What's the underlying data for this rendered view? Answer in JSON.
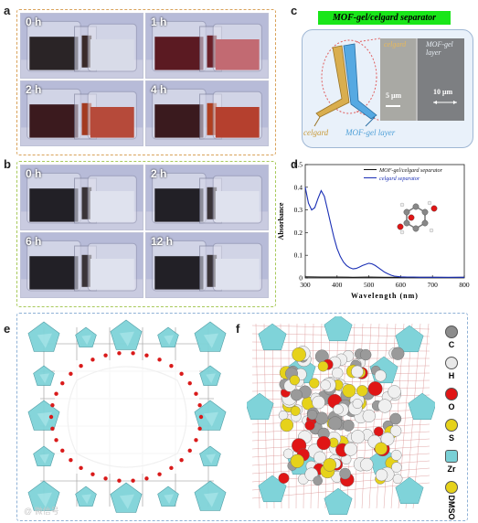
{
  "panels": {
    "a": {
      "letter": "a",
      "photos": [
        "0 h",
        "1 h",
        "2 h",
        "4 h"
      ]
    },
    "b": {
      "letter": "b",
      "photos": [
        "0 h",
        "2 h",
        "6 h",
        "12 h"
      ]
    },
    "c": {
      "letter": "c",
      "title": "MOF-gel/celgard separator",
      "labels": {
        "celgard_left": "celgard",
        "mofgel_left": "MOF-gel layer",
        "celgard_sem": "celgard",
        "mofgel_sem": "MOF-gel layer",
        "scale_5": "5 μm",
        "scale_10": "10 μm"
      }
    },
    "d": {
      "letter": "d"
    },
    "e": {
      "letter": "e"
    },
    "f": {
      "letter": "f",
      "legend": [
        {
          "label": "C",
          "color": "#8c8c8c"
        },
        {
          "label": "H",
          "color": "#e8e8e8"
        },
        {
          "label": "O",
          "color": "#e01515"
        },
        {
          "label": "S",
          "color": "#e6d21a"
        },
        {
          "label": "Zr",
          "color": "#79d0d6"
        },
        {
          "label": "DMSO",
          "color": "#e6d21a"
        }
      ]
    }
  },
  "colors": {
    "frame_a": "#d9a25a",
    "frame_b": "#a8c95a",
    "frame_ef": "#8fb1d6",
    "title_bg": "#19e619",
    "celgard": "#c99a3a",
    "mofgel": "#4fa0d8",
    "curve_celgard": "#1a2fb5",
    "curve_mofgel": "#111111"
  },
  "watermark": "@ 微信号",
  "chart_data": {
    "type": "line",
    "xlabel": "Wavelength (nm)",
    "ylabel": "Absorbance",
    "xlim": [
      300,
      800
    ],
    "ylim": [
      0,
      0.5
    ],
    "xticks": [
      300,
      400,
      500,
      600,
      700,
      800
    ],
    "yticks": [
      0,
      0.1,
      0.2,
      0.3,
      0.4,
      0.5
    ],
    "legend_position": "top-right",
    "series": [
      {
        "name": "MOF-gel/celgard separator",
        "color": "#111111",
        "x": [
          300,
          350,
          400,
          450,
          500,
          550,
          600,
          650,
          700,
          750,
          800
        ],
        "y": [
          0.005,
          0.004,
          0.004,
          0.003,
          0.004,
          0.003,
          0.003,
          0.003,
          0.003,
          0.002,
          0.003
        ]
      },
      {
        "name": "celgard separator",
        "color": "#1a2fb5",
        "x": [
          300,
          310,
          320,
          330,
          340,
          350,
          360,
          370,
          380,
          390,
          400,
          410,
          420,
          430,
          440,
          450,
          460,
          470,
          480,
          490,
          500,
          510,
          520,
          530,
          540,
          550,
          560,
          570,
          580,
          600,
          620,
          640,
          660,
          680,
          700,
          750,
          800
        ],
        "y": [
          0.4,
          0.33,
          0.3,
          0.31,
          0.35,
          0.385,
          0.36,
          0.3,
          0.24,
          0.18,
          0.13,
          0.095,
          0.07,
          0.055,
          0.045,
          0.04,
          0.042,
          0.048,
          0.055,
          0.06,
          0.065,
          0.062,
          0.055,
          0.045,
          0.035,
          0.025,
          0.018,
          0.012,
          0.008,
          0.005,
          0.004,
          0.004,
          0.003,
          0.003,
          0.003,
          0.003,
          0.003
        ]
      }
    ]
  }
}
